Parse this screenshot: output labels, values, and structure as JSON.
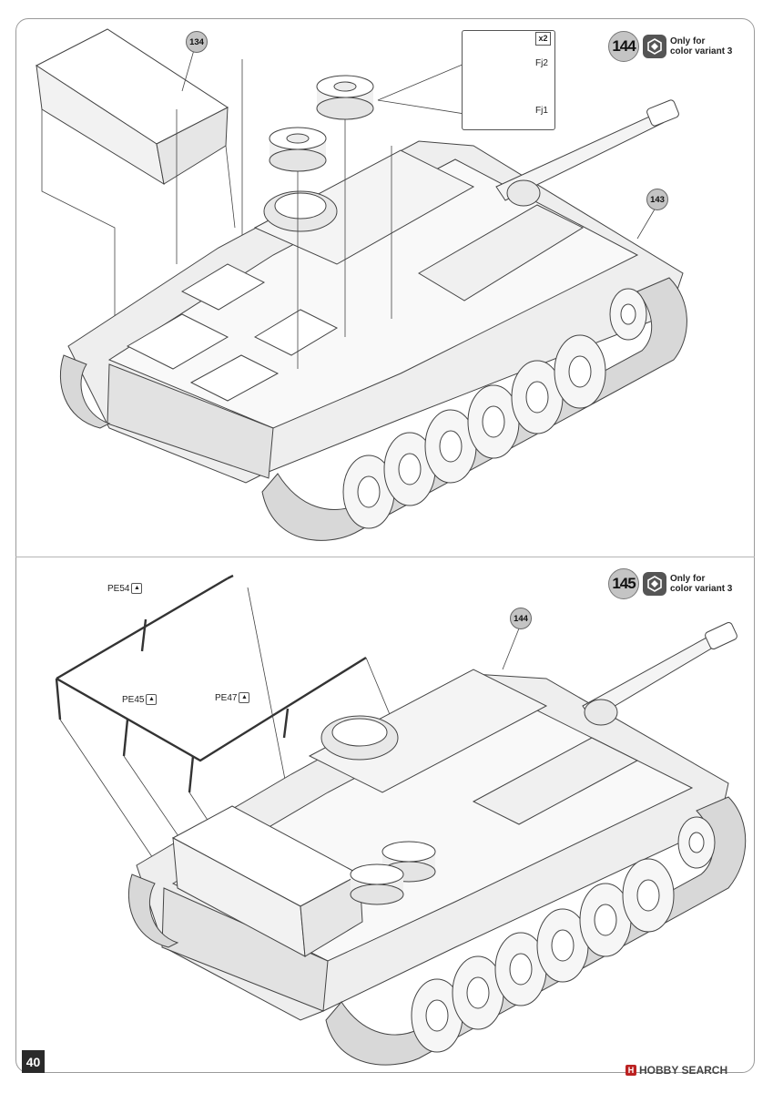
{
  "page": {
    "number": "40"
  },
  "steps": [
    {
      "number": "144",
      "note_line1": "Only for",
      "note_line2": "color variant 3"
    },
    {
      "number": "145",
      "note_line1": "Only for",
      "note_line2": "color variant 3"
    }
  ],
  "callouts": {
    "step144": [
      "134",
      "143"
    ],
    "step145": [
      "144"
    ]
  },
  "detail": {
    "quantity": "2",
    "parts": [
      "Fj2",
      "Fj1"
    ]
  },
  "photo_etch_parts": [
    "PE54",
    "PE45",
    "PE47"
  ],
  "watermark": {
    "logo_letter": "H",
    "text": "HOBBY SEARCH"
  },
  "icons": {
    "variant": "variant-icon",
    "photo_etch": "photo-etch-icon",
    "watermark": "hobby-search-logo-icon"
  }
}
